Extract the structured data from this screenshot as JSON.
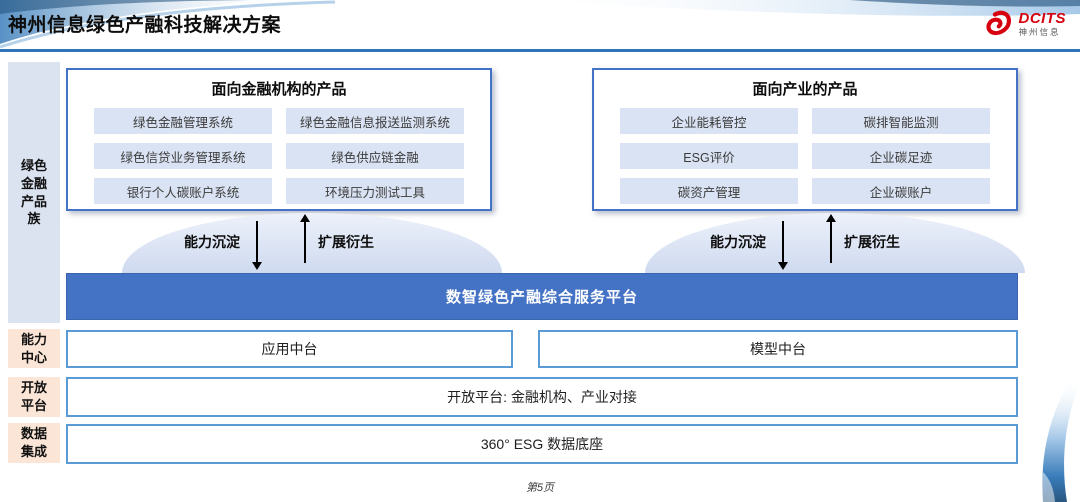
{
  "header": {
    "title": "神州信息绿色产融科技解决方案",
    "logo_brand": "DCITS",
    "logo_sub": "神州信息"
  },
  "sidebar": {
    "product_family": "绿色金融产品族",
    "capability_center": "能力中心",
    "open_platform": "开放平台",
    "data_integration": "数据集成"
  },
  "product_groups": [
    {
      "title": "面向金融机构的产品",
      "items": [
        "绿色金融管理系统",
        "绿色金融信息报送监测系统",
        "绿色信贷业务管理系统",
        "绿色供应链金融",
        "银行个人碳账户系统",
        "环境压力测试工具"
      ]
    },
    {
      "title": "面向产业的产品",
      "items": [
        "企业能耗管控",
        "碳排智能监测",
        "ESG评价",
        "企业碳足迹",
        "碳资产管理",
        "企业碳账户"
      ]
    }
  ],
  "flow": {
    "down_label": "能力沉淀",
    "up_label": "扩展衍生"
  },
  "platform_banner": "数智绿色产融综合服务平台",
  "middle_rows": {
    "application": "应用中台",
    "model": "模型中台",
    "open_platform": "开放平台: 金融机构、产业对接",
    "data_base": "360° ESG 数据底座"
  },
  "footer": {
    "page_number": "第5页"
  },
  "colors": {
    "banner_blue": "#4472C4",
    "box_border_blue": "#4472C4",
    "row_border_blue": "#5B9BD5",
    "chip_bg": "#DAE3F3",
    "sidebar_blue_bg": "#DBE3F1",
    "sidebar_peach_bg": "#FBE5D6",
    "header_line_blue": "#2E75B6",
    "logo_red": "#D7000F"
  }
}
